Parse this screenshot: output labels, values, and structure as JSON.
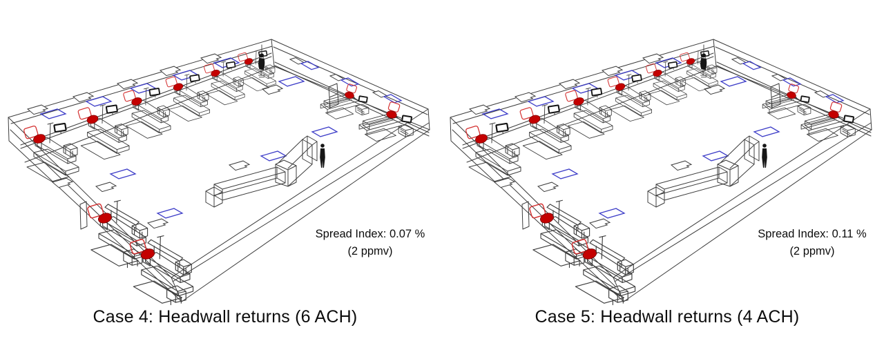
{
  "panels": [
    {
      "caption": "Case 4: Headwall returns (6 ACH)",
      "spread_line1": "Spread Index: 0.07 %",
      "spread_line2": "(2 ppmv)"
    },
    {
      "caption": "Case 5: Headwall returns (4 ACH)",
      "spread_line1": "Spread Index: 0.11 %",
      "spread_line2": "(2 ppmv)"
    }
  ],
  "colors": {
    "source_red": "#c40000",
    "grille_red": "#d43030",
    "vent_blue": "#3d3dc8",
    "wireframe": "#3c3c3c",
    "monitor_black": "#151515"
  }
}
